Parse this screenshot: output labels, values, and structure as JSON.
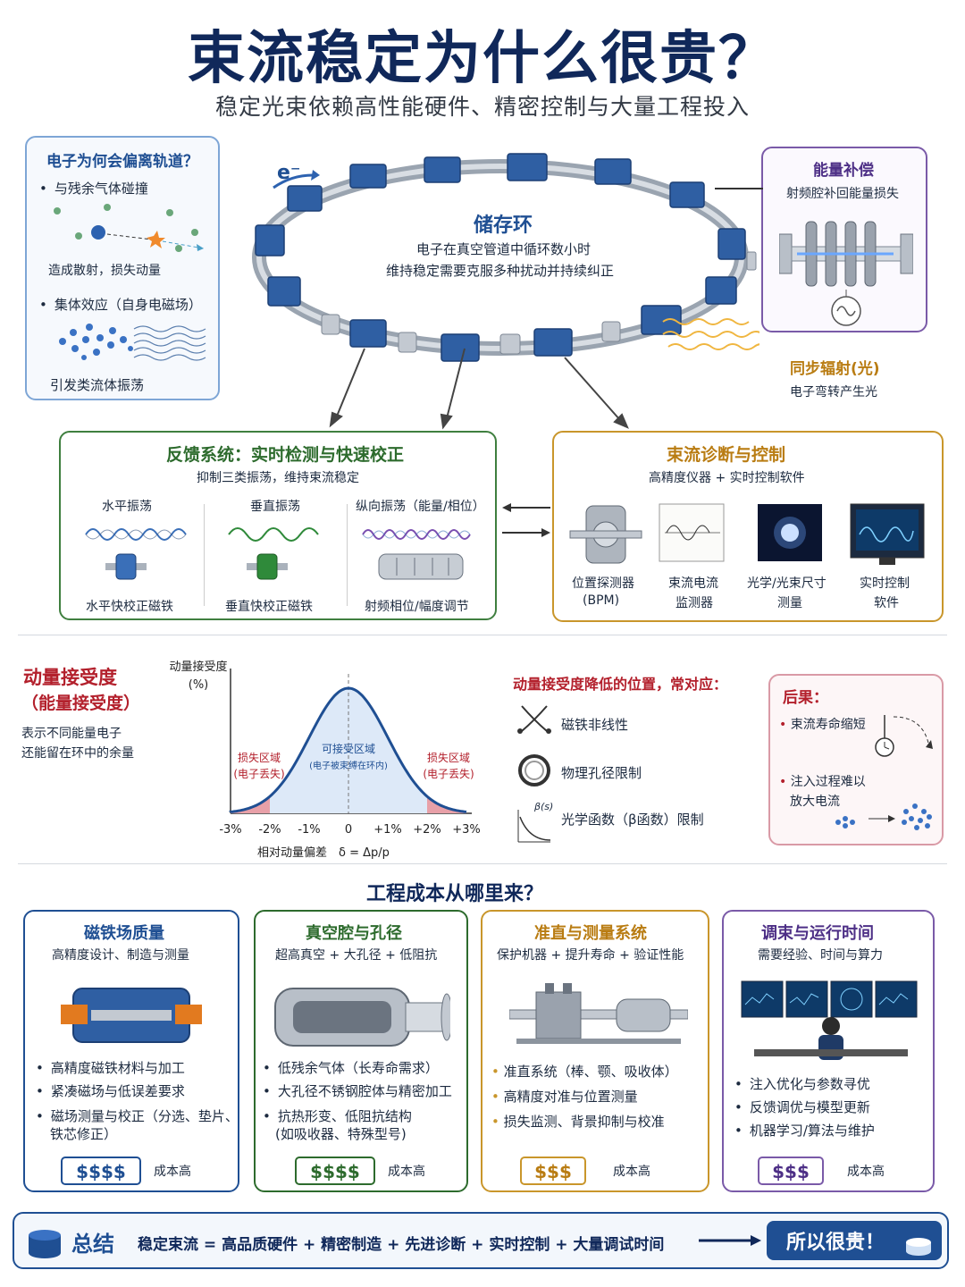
{
  "header": {
    "title": "束流稳定为什么很贵？",
    "subtitle": "稳定光束依赖高性能硬件、精密控制与大量工程投入"
  },
  "orbit_panel": {
    "title": "电子为何会偏离轨道？",
    "item1": "与残余气体碰撞",
    "item1_result": "造成散射，损失动量",
    "item2": "集体效应（自身电磁场）",
    "item2_result": "引发类流体振荡"
  },
  "ring": {
    "electron_label": "e⁻",
    "title": "储存环",
    "line1": "电子在真空管道中循环数小时",
    "line2": "维持稳定需要克服多种扰动并持续纠正"
  },
  "energy_panel": {
    "title": "能量补偿",
    "desc": "射频腔补回能量损失"
  },
  "synchrotron": {
    "title": "同步辐射(光)",
    "desc": "电子弯转产生光"
  },
  "feedback": {
    "title": "反馈系统：实时检测与快速校正",
    "subtitle": "抑制三类振荡，维持束流稳定",
    "columns": [
      {
        "label": "水平振荡",
        "device": "水平快校正磁铁",
        "color": "#3a6fb8"
      },
      {
        "label": "垂直振荡",
        "device": "垂直快校正磁铁",
        "color": "#2f8a3a"
      },
      {
        "label": "纵向振荡（能量/相位）",
        "device": "射频相位/幅度调节",
        "color": "#7a4fb0"
      }
    ]
  },
  "diagnostics": {
    "title": "束流诊断与控制",
    "subtitle": "高精度仪器 + 实时控制软件",
    "items": [
      {
        "line1": "位置探测器",
        "line2": "(BPM)"
      },
      {
        "line1": "束流电流",
        "line2": "监测器"
      },
      {
        "line1": "光学/光束尺寸",
        "line2": "测量"
      },
      {
        "line1": "实时控制",
        "line2": "软件"
      }
    ]
  },
  "acceptance": {
    "title": "动量接受度",
    "title2": "（能量接受度）",
    "desc1": "表示不同能量电子",
    "desc2": "还能留在环中的余量"
  },
  "chart_data": {
    "type": "area",
    "ylabel": "动量接受度",
    "yunit": "(%)",
    "xlabel": "相对动量偏差　δ = Δp/p",
    "x_ticks": [
      "-3%",
      "-2%",
      "-1%",
      "0",
      "+1%",
      "+2%",
      "+3%"
    ],
    "x_range": [
      -3,
      3
    ],
    "curve_sigma": 1.0,
    "loss_threshold": 2.0,
    "center_label": "可接受区域",
    "center_sub": "(电子被束缚在环内)",
    "left_label": "损失区域",
    "left_sub": "(电子丢失)",
    "right_label": "损失区域",
    "right_sub": "(电子丢失)"
  },
  "reduce": {
    "title": "动量接受度降低的位置，常对应：",
    "items": [
      "磁铁非线性",
      "物理孔径限制",
      "光学函数（β函数）限制"
    ],
    "beta_label": "β(s)"
  },
  "consequence": {
    "title": "后果：",
    "item1": "束流寿命缩短",
    "item2_line1": "注入过程难以",
    "item2_line2": "放大电流"
  },
  "cost_section": {
    "title": "工程成本从哪里来？",
    "cards": [
      {
        "title": "磁铁场质量",
        "subtitle": "高精度设计、制造与测量",
        "bullets": [
          "高精度磁铁材料与加工",
          "紧凑磁场与低误差要求",
          "磁场测量与校正（分选、垫片、",
          "铁芯修正）"
        ],
        "cost": "$$$$",
        "cost_label": "成本高",
        "color": "#1f4f93"
      },
      {
        "title": "真空腔与孔径",
        "subtitle": "超高真空 + 大孔径 + 低阻抗",
        "bullets": [
          "低残余气体（长寿命需求）",
          "大孔径不锈钢腔体与精密加工",
          "抗热形变、低阻抗结构",
          "(如吸收器、特殊型号)"
        ],
        "cost": "$$$$",
        "cost_label": "成本高",
        "color": "#2d6b2d"
      },
      {
        "title": "准直与测量系统",
        "subtitle": "保护机器 + 提升寿命 + 验证性能",
        "bullets": [
          "准直系统（棒、颚、吸收体）",
          "高精度对准与位置测量",
          "损失监测、背景抑制与校准"
        ],
        "cost": "$$$",
        "cost_label": "成本高",
        "color": "#b97c12"
      },
      {
        "title": "调束与运行时间",
        "subtitle": "需要经验、时间与算力",
        "bullets": [
          "注入优化与参数寻优",
          "反馈调优与模型更新",
          "机器学习/算法与维护"
        ],
        "cost": "$$$",
        "cost_label": "成本高",
        "color": "#4d2f86"
      }
    ]
  },
  "summary": {
    "label": "总结",
    "text": "稳定束流 = 高品质硬件 + 精密制造 + 先进诊断 + 实时控制 + 大量调试时间",
    "button": "所以很贵！"
  }
}
